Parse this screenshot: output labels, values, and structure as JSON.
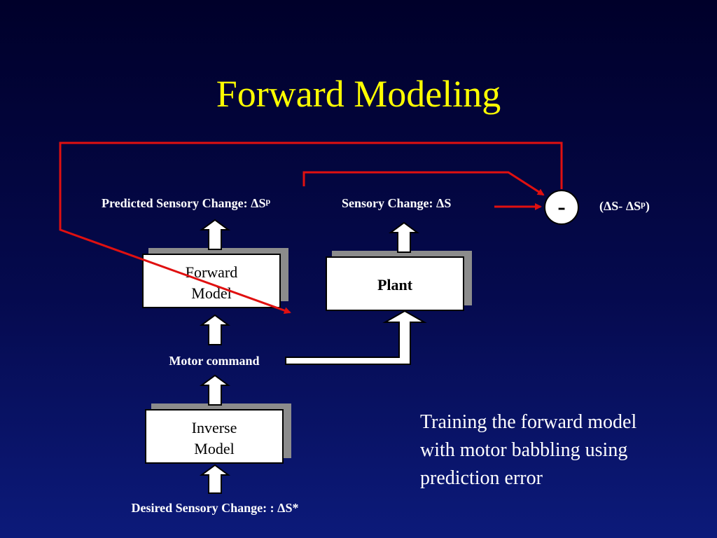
{
  "title": "Forward Modeling",
  "labels": {
    "predicted": "Predicted Sensory Change: ",
    "predicted_delta": "Δ",
    "predicted_s": "S",
    "predicted_sup": "p",
    "sensory": "Sensory Change: ",
    "sensory_delta": "Δ",
    "sensory_s": "S",
    "error_open": "(",
    "error_delta1": "Δ",
    "error_mid": "S- ",
    "error_delta2": "Δ",
    "error_s": "S",
    "error_sup": "p",
    "error_close": ")",
    "motor": "Motor command",
    "desired": "Desired Sensory Change: : ",
    "desired_delta": "Δ",
    "desired_s": "S*"
  },
  "boxes": {
    "forward_line1": "Forward",
    "forward_line2": "Model",
    "plant": "Plant",
    "inverse_line1": "Inverse",
    "inverse_line2": "Model"
  },
  "comparator": "-",
  "caption": {
    "line1": "Training the forward model",
    "line2": "with motor babbling using",
    "line3": "prediction error"
  },
  "colors": {
    "title": "#ffff00",
    "text": "#ffffff",
    "error_line": "#e01010",
    "box_fill": "#ffffff",
    "box_shadow": "#8c8c8c"
  }
}
